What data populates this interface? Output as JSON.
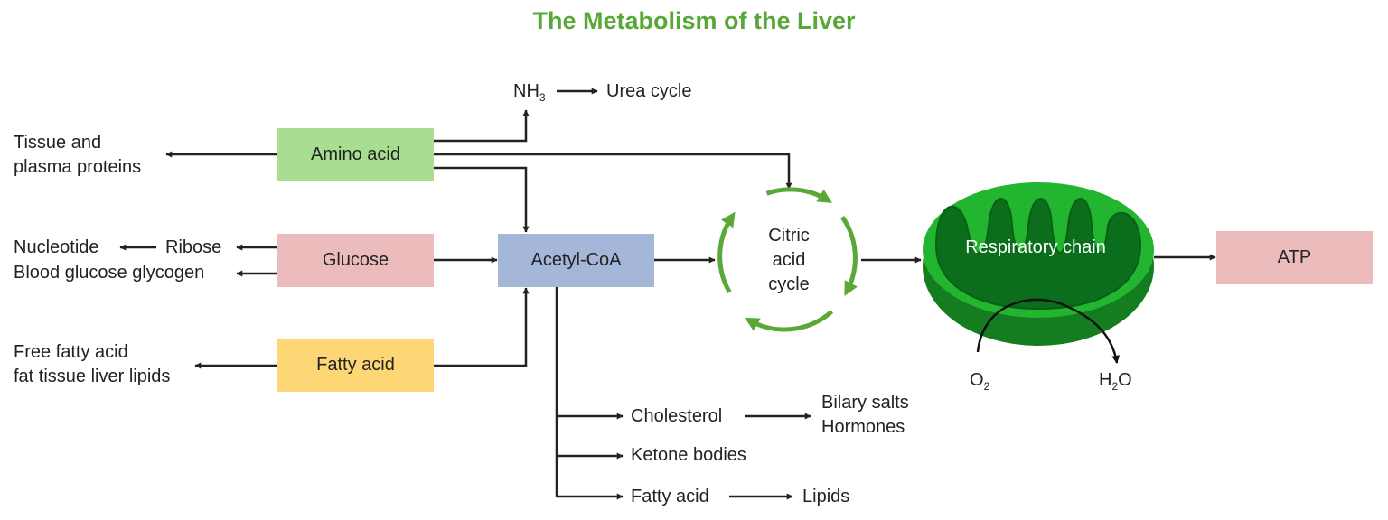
{
  "title": "The Metabolism of the Liver",
  "boxes": {
    "amino_acid": "Amino acid",
    "glucose": "Glucose",
    "fatty_acid": "Fatty acid",
    "acetyl_coa": "Acetyl-CoA",
    "atp": "ATP"
  },
  "labels": {
    "nh3_base": "NH",
    "nh3_sub": "3",
    "urea_cycle": "Urea cycle",
    "tissue_line1": "Tissue and",
    "tissue_line2": "plasma proteins",
    "nucleotide": "Nucleotide",
    "ribose": "Ribose",
    "blood_glucose": "Blood glucose glycogen",
    "free_fatty_line1": "Free fatty acid",
    "free_fatty_line2": "fat tissue liver lipids",
    "citric_line1": "Citric",
    "citric_line2": "acid",
    "citric_line3": "cycle",
    "respiratory_chain": "Respiratory chain",
    "o2_base": "O",
    "o2_sub": "2",
    "h2o_h": "H",
    "h2o_sub": "2",
    "h2o_o": "O",
    "cholesterol": "Cholesterol",
    "bilary_salts": "Bilary salts",
    "hormones": "Hormones",
    "ketone_bodies": "Ketone bodies",
    "fatty_acid_out": "Fatty acid",
    "lipids": "Lipids"
  },
  "colors": {
    "title": "#58a838",
    "amino_acid": "#a9dd91",
    "glucose": "#ecbcbd",
    "fatty_acid": "#fdd676",
    "acetyl_coa": "#a4b7d9",
    "atp": "#ecbcbd",
    "cycle_arrows": "#5aa83a",
    "mito_outer": "#1aa328",
    "mito_inner": "#0b6e1c"
  }
}
